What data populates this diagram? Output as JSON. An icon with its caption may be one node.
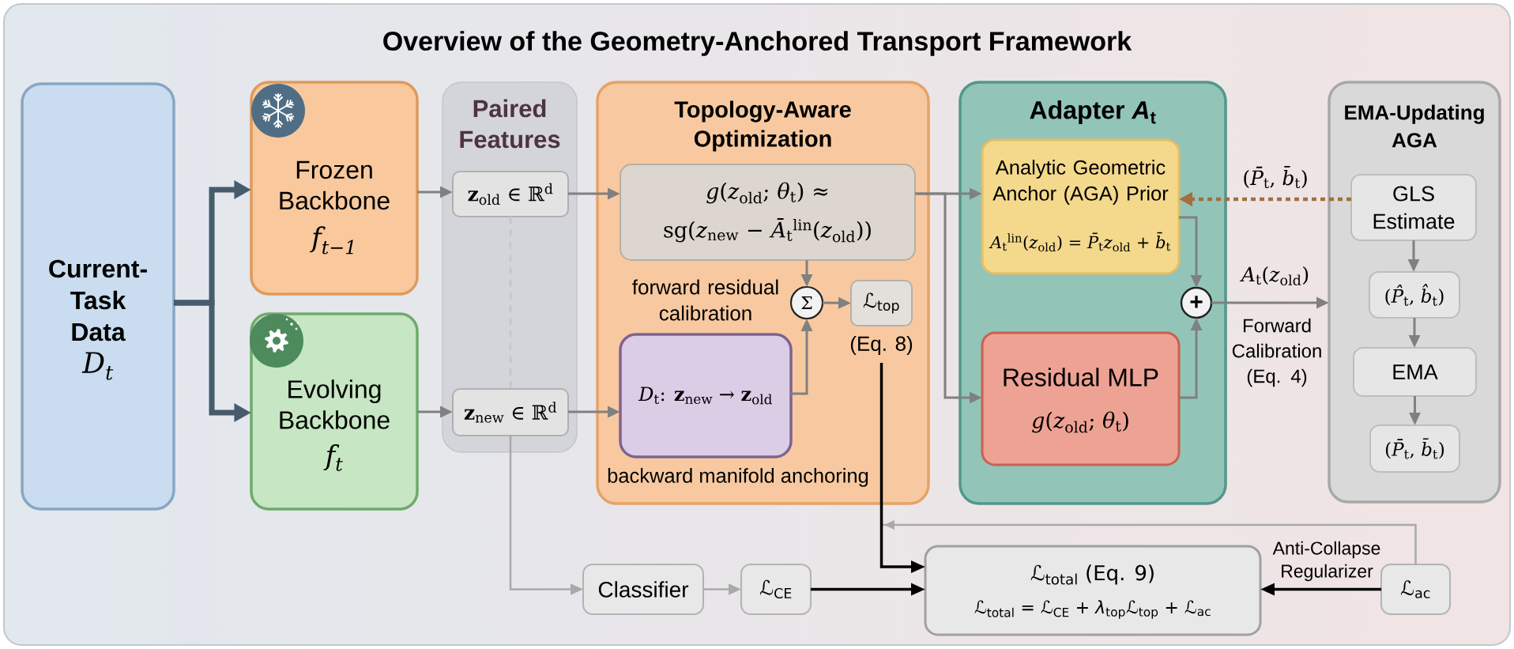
{
  "diagram": {
    "title": "Overview of the Geometry-Anchored Transport Framework",
    "nodes": [
      {
        "text": [
          "Current-Task Data",
          "D$_{t}$"
        ]
      },
      {
        "text": [
          "Frozen Backbone",
          "f$_{t−1}$"
        ]
      },
      {
        "text": [
          "Evolving Backbone",
          "f$_{t}$"
        ]
      },
      {
        "text": [
          "Paired Features"
        ]
      },
      {
        "text": [
          "**z**$_{old}$ ∈ ℝ$^{d}$"
        ],
        "in": 3
      },
      {
        "text": [
          "**z**$_{new}$ ∈ ℝ$^{d}$"
        ],
        "in": 3
      },
      {
        "text": [
          "Topology-Aware Optimization"
        ]
      },
      {
        "text": [
          "*g*(*z*$_{old}$; *θ*$_{t}$) ≈ sg(*z*$_{new}$ − *Ā*$_{t}$$^{lin}$(*z*$_{old}$))"
        ],
        "in": 6
      },
      {
        "text": [
          "Σ"
        ],
        "in": 6
      },
      {
        "text": [
          "ℒ$_{top}$"
        ],
        "in": 6,
        "beside": [
          "(Eq. 8)"
        ]
      },
      {
        "text": [
          "*D*$_{t}$: **z**$_{new}$ → **z**$_{old}$"
        ],
        "in": 6
      },
      {
        "text": [
          "Adapter *A*$_{t}$"
        ]
      },
      {
        "text": [
          "Analytic Geometric Anchor (AGA) Prior",
          "*A*$_{t}$$^{lin}$(*z*$_{old}$) = *P̄*$_{t}$*z*$_{old}$ + *b̄*$_{t}$"
        ],
        "in": 11
      },
      {
        "text": [
          "Residual MLP",
          "*g*(*z*$_{old}$; *θ*$_{t}$)"
        ],
        "in": 11
      },
      {
        "text": [
          "+"
        ],
        "in": 11
      },
      {
        "text": [
          "EMA-Updating AGA"
        ]
      },
      {
        "text": [
          "GLS Estimate"
        ],
        "in": 15
      },
      {
        "text": [
          "(*P̂*$_{t}$, *b̂*$_{t}$)"
        ],
        "in": 15
      },
      {
        "text": [
          "EMA"
        ],
        "in": 15
      },
      {
        "text": [
          "(*P̄*$_{t}$, *b̄*$_{t}$)"
        ],
        "in": 15
      },
      {
        "text": [
          "Classifier"
        ]
      },
      {
        "text": [
          "ℒ$_{CE}$"
        ]
      },
      {
        "text": [
          "ℒ$_{total}$ (Eq. 9)",
          "ℒ$_{total}$ = ℒ$_{CE}$ + *λ*$_{top}$ℒ$_{top}$ + ℒ$_{ac}$"
        ]
      },
      {
        "text": [
          "ℒ$_{ac}$"
        ]
      }
    ],
    "edges": [
      {
        "from": 0,
        "to": 1,
        "arrow": "to",
        "style": "thick",
        "color": "#465b6b"
      },
      {
        "from": 0,
        "to": 2,
        "arrow": "to",
        "style": "thick",
        "color": "#465b6b"
      },
      {
        "from": 1,
        "to": 4,
        "arrow": "to"
      },
      {
        "from": 2,
        "to": 5,
        "arrow": "to"
      },
      {
        "from": 4,
        "to": 5,
        "arrow": "none",
        "style": "dashed",
        "color": "#c6c6c6"
      },
      {
        "from": 4,
        "to": 7,
        "arrow": "to"
      },
      {
        "from": 5,
        "to": 10,
        "arrow": "to"
      },
      {
        "from": 7,
        "to": 8,
        "arrow": "to"
      },
      {
        "from": 10,
        "to": 8,
        "arrow": "to"
      },
      {
        "from": 8,
        "to": 9,
        "arrow": "to"
      },
      {
        "from": 7,
        "to": 12,
        "arrow": "to"
      },
      {
        "from": 7,
        "to": 13,
        "arrow": "to"
      },
      {
        "from": 12,
        "to": 14,
        "arrow": "to"
      },
      {
        "from": 13,
        "to": 14,
        "arrow": "to"
      },
      {
        "from": 14,
        "to": 15,
        "arrow": "to",
        "label": "*A*$_{t}$(*z*$_{old}$)"
      },
      {
        "from": 16,
        "to": 12,
        "arrow": "to",
        "label": "(*P̄*$_{t}$, *b̄*$_{t}$)",
        "style": "dashed",
        "color": "#a26f3e"
      },
      {
        "from": 16,
        "to": 17,
        "arrow": "to"
      },
      {
        "from": 17,
        "to": 18,
        "arrow": "to"
      },
      {
        "from": 18,
        "to": 19,
        "arrow": "to"
      },
      {
        "from": 5,
        "to": 20,
        "arrow": "to",
        "color": "#a9a9a9"
      },
      {
        "from": 20,
        "to": 21,
        "arrow": "to",
        "color": "#a9a9a9"
      },
      {
        "from": 21,
        "to": 22,
        "arrow": "to",
        "color": "#000000"
      },
      {
        "from": 9,
        "to": 22,
        "arrow": "to",
        "color": "#000000"
      },
      {
        "from": 23,
        "to": 22,
        "arrow": "to",
        "label": "Anti-Collapse Regularizer",
        "color": "#000000"
      },
      {
        "from": 23,
        "to": 22,
        "arrow": "to",
        "color": "#a9a9a9"
      }
    ],
    "labels": [
      "forward residual calibration",
      "backward manifold anchoring",
      "Forward Calibration (Eq. 4)"
    ]
  }
}
